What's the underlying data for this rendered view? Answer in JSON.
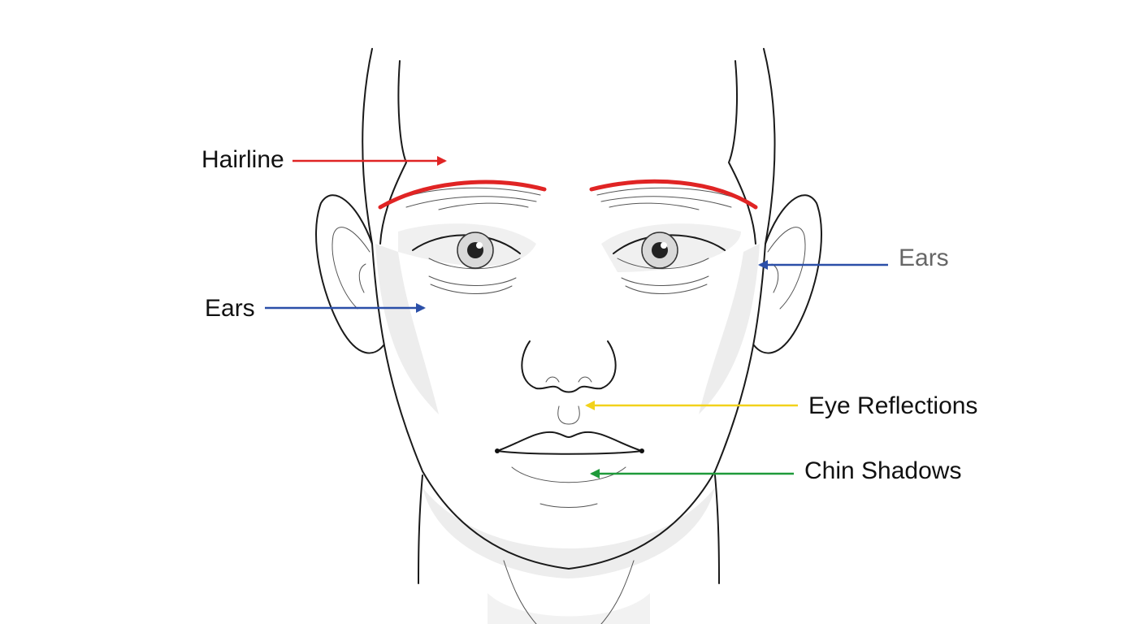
{
  "labels": {
    "hairline": "Hairline",
    "ears_left": "Ears",
    "ears_right": "Ears",
    "eye_reflections": "Eye Reflections",
    "chin_shadows": "Chin Shadows"
  },
  "colors": {
    "hairline": "#e02424",
    "ears": "#2b4fa8",
    "eye_reflections": "#f2d21b",
    "chin_shadows": "#1f9a3a",
    "label_text": "#111111",
    "label_text_muted": "#666666"
  }
}
